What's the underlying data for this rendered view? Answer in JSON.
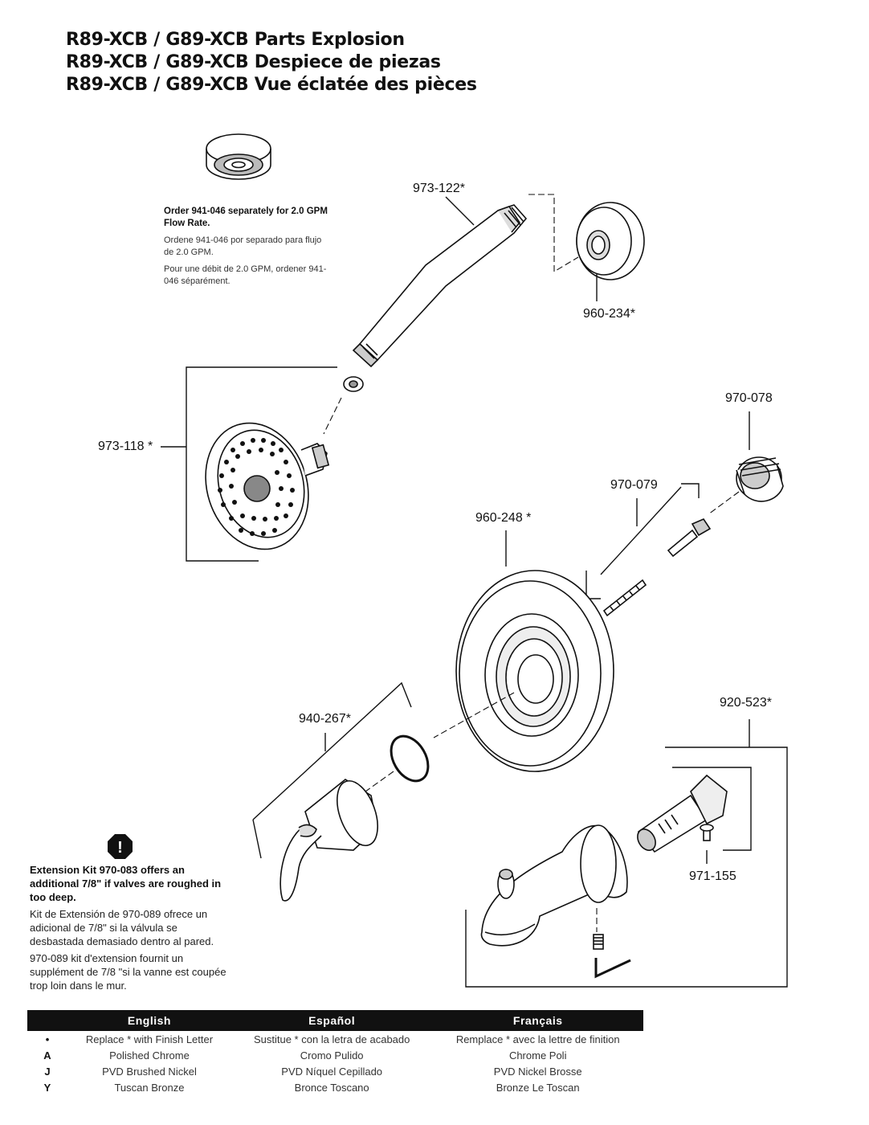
{
  "titles": [
    "R89-XCB / G89-XCB Parts Explosion",
    "R89-XCB / G89-XCB Despiece de piezas",
    "R89-XCB / G89-XCB Vue éclatée des pièces"
  ],
  "flow_note": {
    "en": "Order 941-046 separately for 2.0 GPM Flow Rate.",
    "es": "Ordene 941-046 por separado para flujo de 2.0 GPM.",
    "fr": "Pour une débit de 2.0 GPM, ordener 941-046 séparément."
  },
  "parts": {
    "arm": "973-122*",
    "flange": "960-234*",
    "showerhead": "973-118 *",
    "adapter": "970-078",
    "screw": "970-079",
    "escutcheon": "960-248 *",
    "handle": "940-267*",
    "spout": "920-523*",
    "setscrew": "971-155"
  },
  "extension_note": {
    "en": "Extension Kit 970-083 offers an additional 7/8\" if valves are roughed in too deep.",
    "es": "Kit de Extensión de 970-089 ofrece un adicional de 7/8\" si la válvula se desbastada demasiado dentro al pared.",
    "fr": "970-089 kit d'extension fournit un supplément de 7/8 \"si la vanne est coupée trop loin dans le mur."
  },
  "warning_symbol": "!",
  "legend": {
    "headers": [
      "English",
      "Español",
      "Français"
    ],
    "rows": [
      {
        "key": "•",
        "en": "Replace * with Finish Letter",
        "es": "Sustitue * con la letra de acabado",
        "fr": "Remplace * avec la lettre de finition"
      },
      {
        "key": "A",
        "en": "Polished Chrome",
        "es": "Cromo Pulido",
        "fr": "Chrome Poli"
      },
      {
        "key": "J",
        "en": "PVD Brushed Nickel",
        "es": "PVD Níquel Cepillado",
        "fr": "PVD Nickel Brosse"
      },
      {
        "key": "Y",
        "en": "Tuscan Bronze",
        "es": "Bronce Toscano",
        "fr": "Bronze Le Toscan"
      }
    ]
  }
}
